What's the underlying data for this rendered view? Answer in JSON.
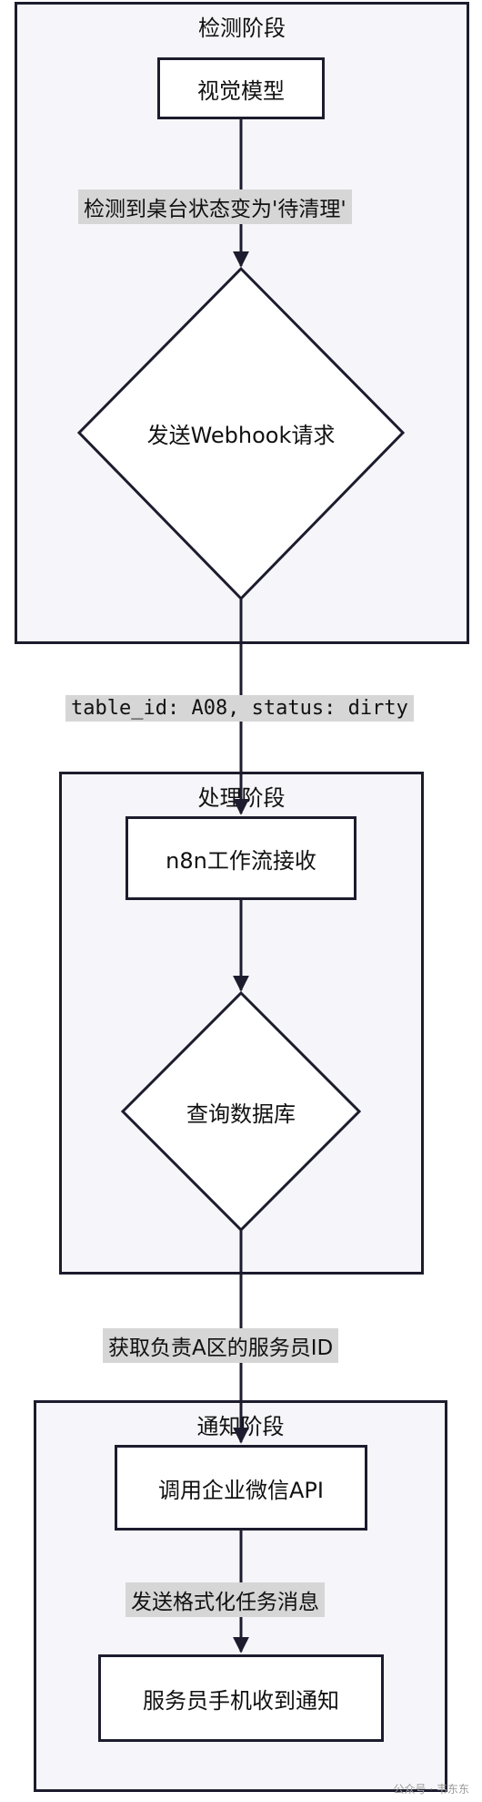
{
  "stages": {
    "detect": {
      "title": "检测阶段"
    },
    "process": {
      "title": "处理阶段"
    },
    "notify": {
      "title": "通知阶段"
    }
  },
  "nodes": {
    "vision_model": "视觉模型",
    "send_webhook": "发送Webhook请求",
    "n8n_receive": "n8n工作流接收",
    "query_db": "查询数据库",
    "call_wecom": "调用企业微信API",
    "phone_notify": "服务员手机收到通知"
  },
  "edges": {
    "detect_dirty": "检测到桌台状态变为'待清理'",
    "payload": "table_id: A08, status: dirty",
    "get_waiter": "获取负责A区的服务员ID",
    "send_task": "发送格式化任务消息"
  },
  "colors": {
    "stroke": "#1c1c2e",
    "container_fill": "#f6f6fa",
    "edge_label_bg": "#d6d6d6"
  },
  "watermark": "公众号 · 韦东东"
}
